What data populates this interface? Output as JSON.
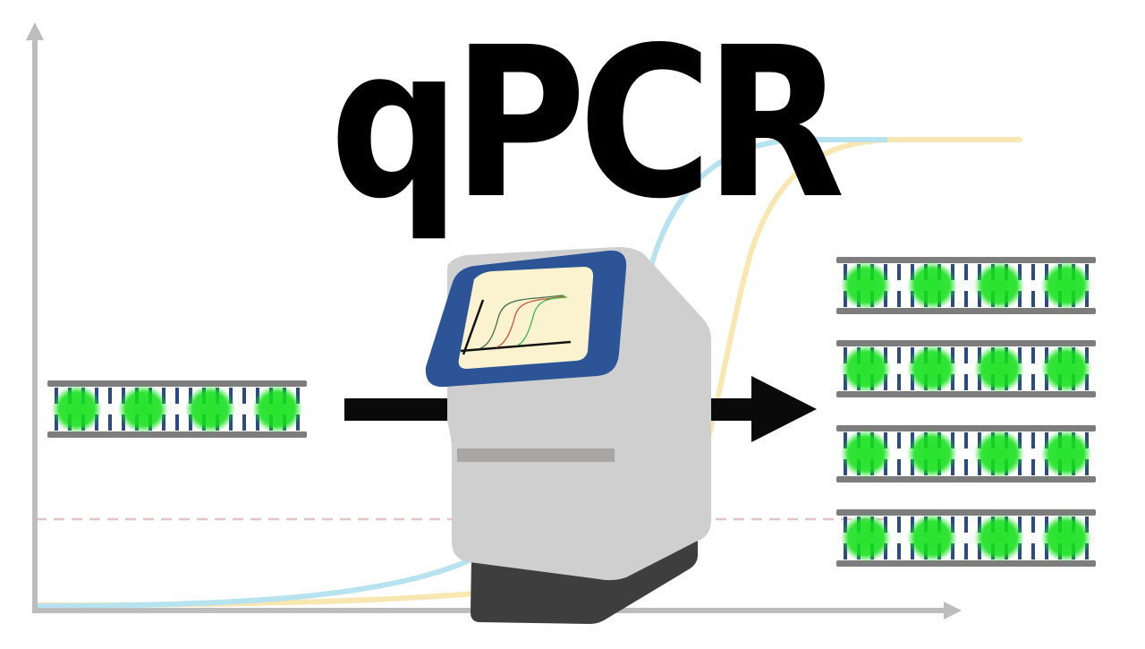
{
  "title": "qPCR",
  "colors": {
    "axis": "#bdbdbd",
    "curve_blue": "#b7e2f0",
    "curve_yellow": "#f8e7b0",
    "threshold": "#e2c4c4",
    "dna_backbone": "#7d7d7d",
    "dna_rungs": "#2c4a86",
    "fluor_green": "#14e01a",
    "arrow": "#0a0a0a",
    "machine_body": "#d0cfd0",
    "machine_base": "#3e3e3e",
    "machine_slot": "#a9a6a6",
    "screen_bezel": "#2c5497",
    "screen_bg": "#fbf3cf",
    "screen_curve_colors": [
      "#3f6e4a",
      "#d2543a",
      "#35b84a"
    ]
  },
  "background_plot": {
    "axes": [
      "y-axis-arrow",
      "x-axis-arrow"
    ],
    "threshold_line": "dashed",
    "curves": [
      "blue amplification curve",
      "yellow amplification curve"
    ]
  },
  "input_dna": {
    "count": 1,
    "fluorophores_per_strand": 4
  },
  "output_dna": {
    "count": 4,
    "fluorophores_per_strand": 4
  },
  "machine": {
    "screen_plot": {
      "curves": 3
    }
  }
}
